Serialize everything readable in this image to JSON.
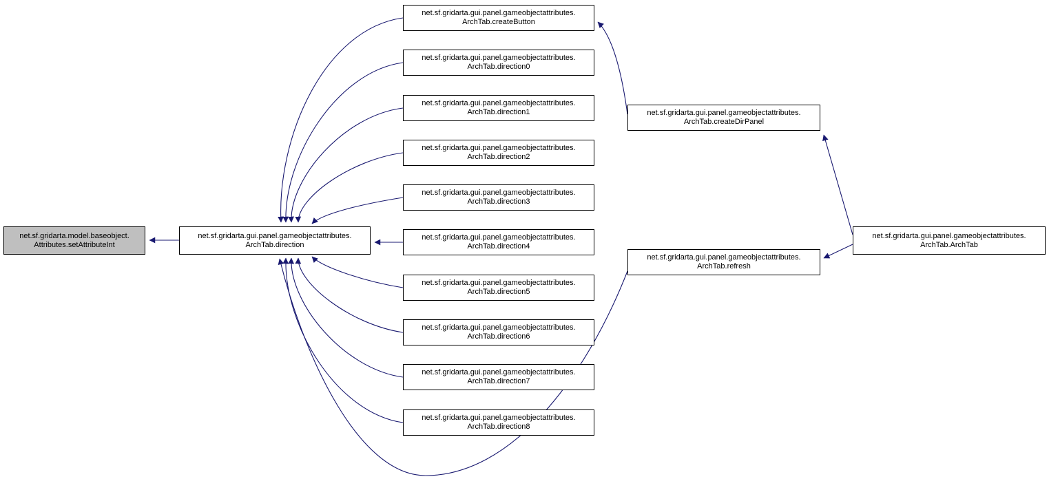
{
  "colors": {
    "edge": "#191970",
    "node_fill": "#ffffff",
    "node_border": "#000000",
    "highlight_fill": "#bfbfbf"
  },
  "nodes": [
    {
      "id": "setAttributeInt",
      "line1": "net.sf.gridarta.model.baseobject.",
      "line2": "Attributes.setAttributeInt",
      "highlighted": true
    },
    {
      "id": "direction",
      "line1": "net.sf.gridarta.gui.panel.gameobjectattributes.",
      "line2": "ArchTab.direction"
    },
    {
      "id": "createButton",
      "line1": "net.sf.gridarta.gui.panel.gameobjectattributes.",
      "line2": "ArchTab.createButton"
    },
    {
      "id": "direction0",
      "line1": "net.sf.gridarta.gui.panel.gameobjectattributes.",
      "line2": "ArchTab.direction0"
    },
    {
      "id": "direction1",
      "line1": "net.sf.gridarta.gui.panel.gameobjectattributes.",
      "line2": "ArchTab.direction1"
    },
    {
      "id": "direction2",
      "line1": "net.sf.gridarta.gui.panel.gameobjectattributes.",
      "line2": "ArchTab.direction2"
    },
    {
      "id": "direction3",
      "line1": "net.sf.gridarta.gui.panel.gameobjectattributes.",
      "line2": "ArchTab.direction3"
    },
    {
      "id": "direction4",
      "line1": "net.sf.gridarta.gui.panel.gameobjectattributes.",
      "line2": "ArchTab.direction4"
    },
    {
      "id": "direction5",
      "line1": "net.sf.gridarta.gui.panel.gameobjectattributes.",
      "line2": "ArchTab.direction5"
    },
    {
      "id": "direction6",
      "line1": "net.sf.gridarta.gui.panel.gameobjectattributes.",
      "line2": "ArchTab.direction6"
    },
    {
      "id": "direction7",
      "line1": "net.sf.gridarta.gui.panel.gameobjectattributes.",
      "line2": "ArchTab.direction7"
    },
    {
      "id": "direction8",
      "line1": "net.sf.gridarta.gui.panel.gameobjectattributes.",
      "line2": "ArchTab.direction8"
    },
    {
      "id": "createDirPanel",
      "line1": "net.sf.gridarta.gui.panel.gameobjectattributes.",
      "line2": "ArchTab.createDirPanel"
    },
    {
      "id": "refresh",
      "line1": "net.sf.gridarta.gui.panel.gameobjectattributes.",
      "line2": "ArchTab.refresh"
    },
    {
      "id": "ArchTab",
      "line1": "net.sf.gridarta.gui.panel.gameobjectattributes.",
      "line2": "ArchTab.ArchTab"
    }
  ],
  "edges": [
    {
      "from": "ArchTab.direction",
      "to": "Attributes.setAttributeInt"
    },
    {
      "from": "ArchTab.createButton",
      "to": "ArchTab.direction"
    },
    {
      "from": "ArchTab.direction0",
      "to": "ArchTab.direction"
    },
    {
      "from": "ArchTab.direction1",
      "to": "ArchTab.direction"
    },
    {
      "from": "ArchTab.direction2",
      "to": "ArchTab.direction"
    },
    {
      "from": "ArchTab.direction3",
      "to": "ArchTab.direction"
    },
    {
      "from": "ArchTab.direction4",
      "to": "ArchTab.direction"
    },
    {
      "from": "ArchTab.direction5",
      "to": "ArchTab.direction"
    },
    {
      "from": "ArchTab.direction6",
      "to": "ArchTab.direction"
    },
    {
      "from": "ArchTab.direction7",
      "to": "ArchTab.direction"
    },
    {
      "from": "ArchTab.direction8",
      "to": "ArchTab.direction"
    },
    {
      "from": "ArchTab.refresh",
      "to": "ArchTab.direction"
    },
    {
      "from": "ArchTab.createDirPanel",
      "to": "ArchTab.createButton"
    },
    {
      "from": "ArchTab.ArchTab",
      "to": "ArchTab.createDirPanel"
    },
    {
      "from": "ArchTab.ArchTab",
      "to": "ArchTab.refresh"
    }
  ]
}
